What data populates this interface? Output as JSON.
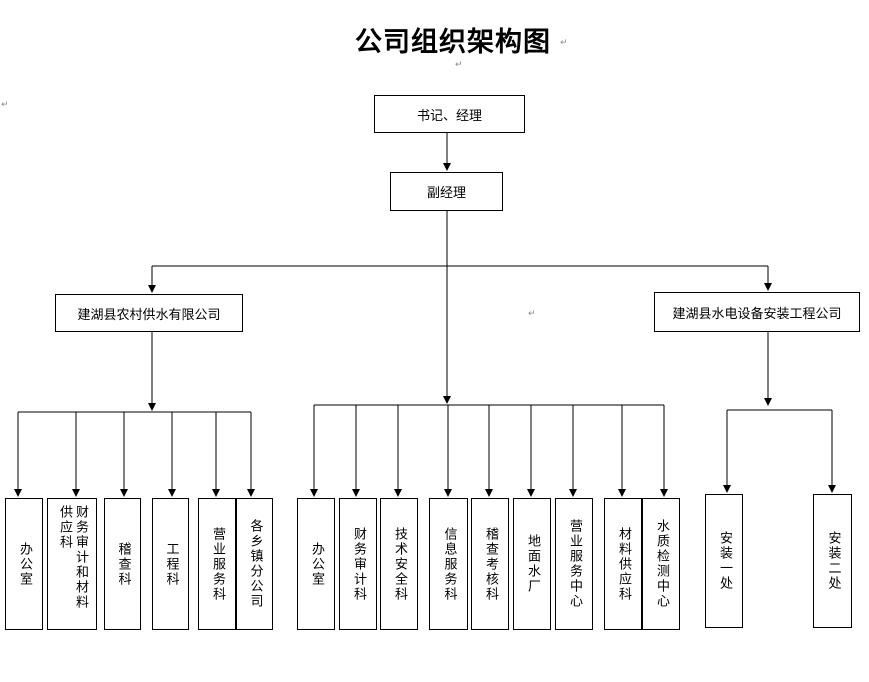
{
  "title": "公司组织架构图",
  "nodes": {
    "secretary": "书记、经理",
    "deputy": "副经理",
    "company_a": "建湖县农村供水有限公司",
    "company_b": "建湖县水电设备安装工程公司"
  },
  "company_a_depts": [
    "办公室",
    "财务审计和材料供应科",
    "稽查科",
    "工程科",
    "营业服务科",
    "各乡镇分公司"
  ],
  "central_depts": [
    "办公室",
    "财务审计科",
    "技术安全科",
    "信息服务科",
    "稽查考核科",
    "地面水厂",
    "营业服务中心",
    "材料供应科",
    "水质检测中心"
  ],
  "company_b_depts": [
    "安装一处",
    "安装二处"
  ],
  "return_mark": "↵"
}
